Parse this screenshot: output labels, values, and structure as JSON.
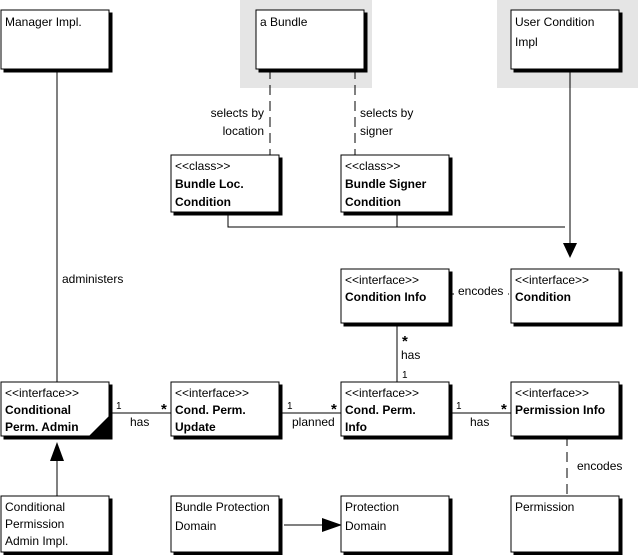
{
  "boxes": {
    "manager_impl": {
      "lines": [
        "Manager Impl."
      ]
    },
    "a_bundle": {
      "lines": [
        "a Bundle"
      ]
    },
    "user_condition_impl": {
      "lines": [
        "User Condition",
        "Impl"
      ]
    },
    "bundle_loc_condition": {
      "stereotype": "<<class>>",
      "lines": [
        "Bundle Loc.",
        "Condition"
      ]
    },
    "bundle_signer_condition": {
      "stereotype": "<<class>>",
      "lines": [
        "Bundle Signer",
        "Condition"
      ]
    },
    "condition_info": {
      "stereotype": "<<interface>>",
      "lines": [
        "Condition Info"
      ]
    },
    "condition": {
      "stereotype": "<<interface>>",
      "lines": [
        "Condition"
      ]
    },
    "conditional_perm_admin": {
      "stereotype": "<<interface>>",
      "lines": [
        "Conditional",
        "Perm. Admin"
      ]
    },
    "cond_perm_update": {
      "stereotype": "<<interface>>",
      "lines": [
        "Cond. Perm.",
        "Update"
      ]
    },
    "cond_perm_info": {
      "stereotype": "<<interface>>",
      "lines": [
        "Cond. Perm.",
        "Info"
      ]
    },
    "permission_info": {
      "stereotype": "<<interface>>",
      "lines": [
        "Permission Info"
      ]
    },
    "conditional_permission_admin_impl": {
      "lines": [
        "Conditional",
        "Permission",
        "Admin Impl."
      ]
    },
    "bundle_protection_domain": {
      "lines": [
        "Bundle Protection",
        "Domain"
      ]
    },
    "protection_domain": {
      "lines": [
        "Protection",
        "Domain"
      ]
    },
    "permission": {
      "lines": [
        "Permission"
      ]
    }
  },
  "labels": {
    "selects_by_location": [
      "selects by",
      "location"
    ],
    "selects_by_signer": [
      "selects by",
      "signer"
    ],
    "administers": "administers",
    "encodes_condition": "encodes",
    "has_info": "has",
    "has_update": "has",
    "planned": "planned",
    "has_permission": "has",
    "encodes_permission": "encodes"
  },
  "multiplicities": {
    "admin_update_one": "1",
    "admin_update_many": "*",
    "update_info_one": "1",
    "update_info_many": "*",
    "info_perm_one": "1",
    "info_perm_many": "*",
    "condinfo_many": "*",
    "condinfo_one": "1"
  },
  "colors": {
    "shade": "#e5e5e5",
    "line": "#000000"
  }
}
